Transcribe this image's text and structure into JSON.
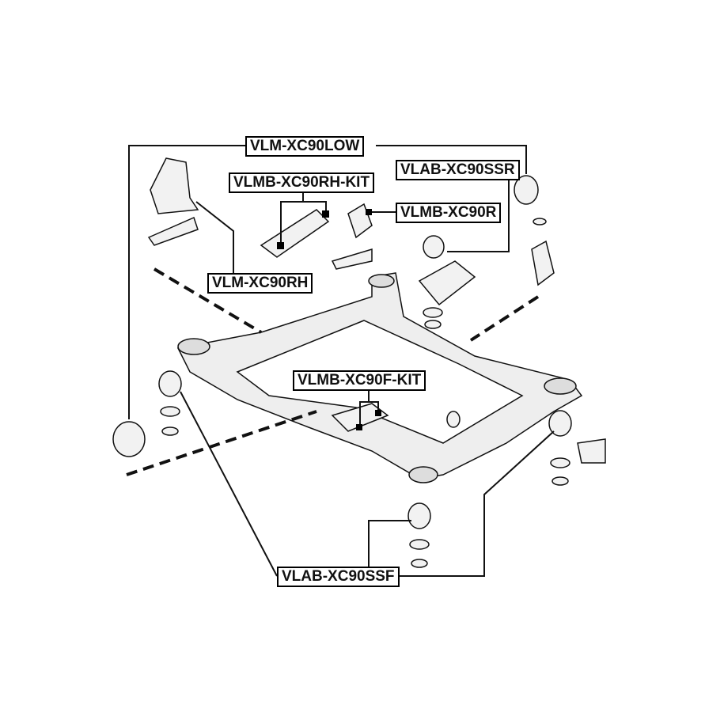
{
  "labels": {
    "low": "VLM-XC90LOW",
    "rh_kit": "VLMB-XC90RH-KIT",
    "ssr": "VLAB-XC90SSR",
    "r": "VLMB-XC90R",
    "rh": "VLM-XC90RH",
    "f_kit": "VLMB-XC90F-KIT",
    "ssf": "VLAB-XC90SSF"
  }
}
